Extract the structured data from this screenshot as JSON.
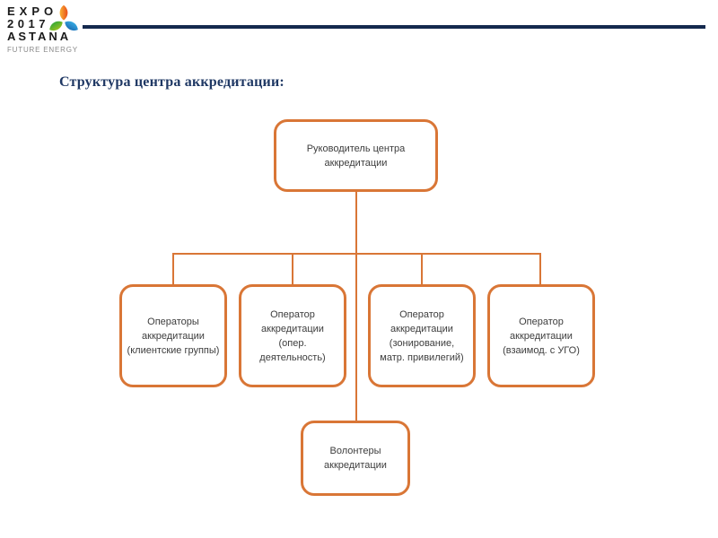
{
  "logo": {
    "line1": "EXPO",
    "line2": "2017",
    "line3": "ASTANA",
    "tagline": "FUTURE ENERGY"
  },
  "title": "Структура центра аккредитации:",
  "org_chart": {
    "root": "Руководитель центра\nаккредитации",
    "level2": [
      "Операторы\nаккредитации\n(клиентские группы)",
      "Оператор\nаккредитации\n(опер.\nдеятельность)",
      "Оператор\nаккредитации\n(зонирование,\nматр. привилегий)",
      "Оператор\nаккредитации\n(взаимод. с УГО)"
    ],
    "level3": "Волонтеры\nаккредитации"
  },
  "colors": {
    "box_border": "#D97636",
    "connector": "#D97636",
    "header_rule": "#14294E",
    "title_text": "#1F3864",
    "logo_petal_orange": "#F29100",
    "logo_petal_orange2": "#E94E1B",
    "logo_petal_green": "#3AAA35",
    "logo_petal_green2": "#95C11F",
    "logo_petal_blue": "#1D71B8",
    "logo_petal_blue2": "#36A9E1",
    "logo_tagline_gray": "#8A8A8A"
  }
}
